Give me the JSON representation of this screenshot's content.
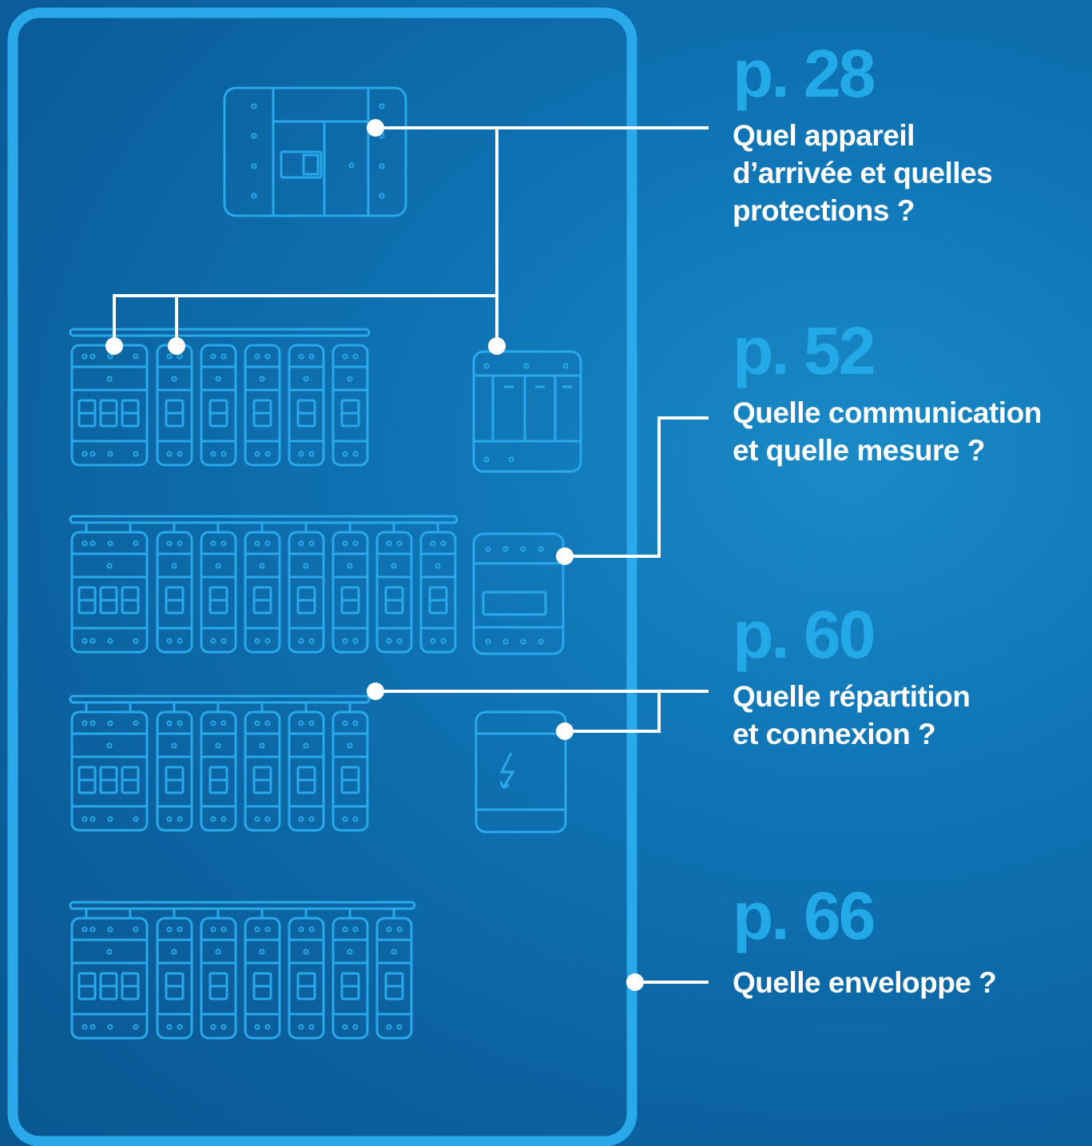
{
  "colors": {
    "background": "#0f6fb0",
    "outline": "#29a8ea",
    "connector": "#ffffff",
    "page_ref": "#23a9e8",
    "text": "#ffffff"
  },
  "sections": [
    {
      "page": "p. 28",
      "question": "Quel appareil\nd’arrivée et quelles\nprotections ?"
    },
    {
      "page": "p. 52",
      "question": "Quelle communication\net quelle mesure ?"
    },
    {
      "page": "p. 60",
      "question": "Quelle répartition\net connexion ?"
    },
    {
      "page": "p. 66",
      "question": "Quelle enveloppe ?"
    }
  ],
  "icons": [
    "breaker-icon",
    "lightning-icon"
  ]
}
